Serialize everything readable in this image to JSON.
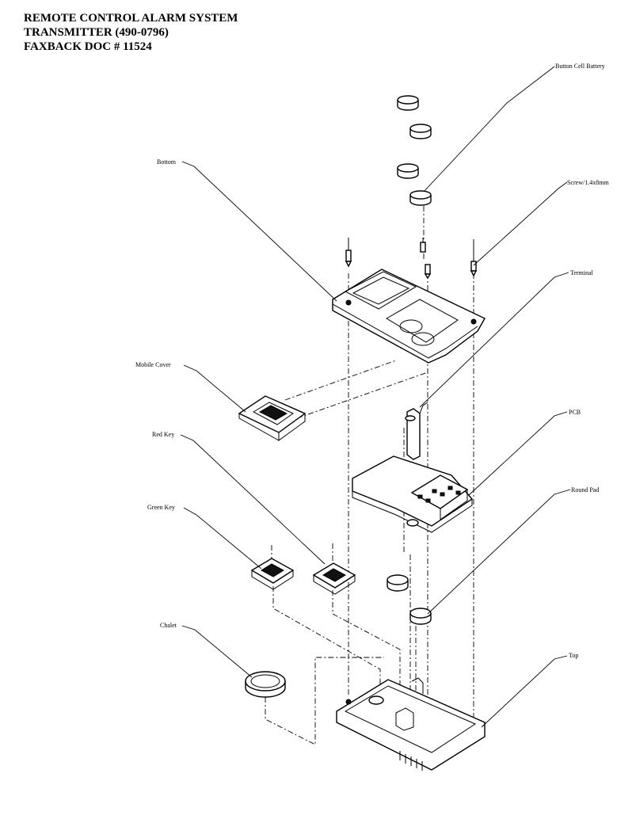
{
  "header": {
    "line1": "REMOTE CONTROL ALARM SYSTEM",
    "line2": "TRANSMITTER  (490-0796)",
    "line3": "FAXBACK DOC # 11524"
  },
  "labels": {
    "button_cell_battery": "Button Cell Battery",
    "screw": "Screw/1.4x8mm",
    "bottom": "Bottom",
    "terminal": "Terminal",
    "mobile_cover": "Mobile Cover",
    "pcb": "PCB",
    "red_key": "Red Key",
    "round_pad": "Round Pad",
    "green_key": "Green Key",
    "chalet": "Chalet",
    "top": "Top"
  },
  "colors": {
    "ink": "#000000",
    "paper": "#ffffff"
  }
}
